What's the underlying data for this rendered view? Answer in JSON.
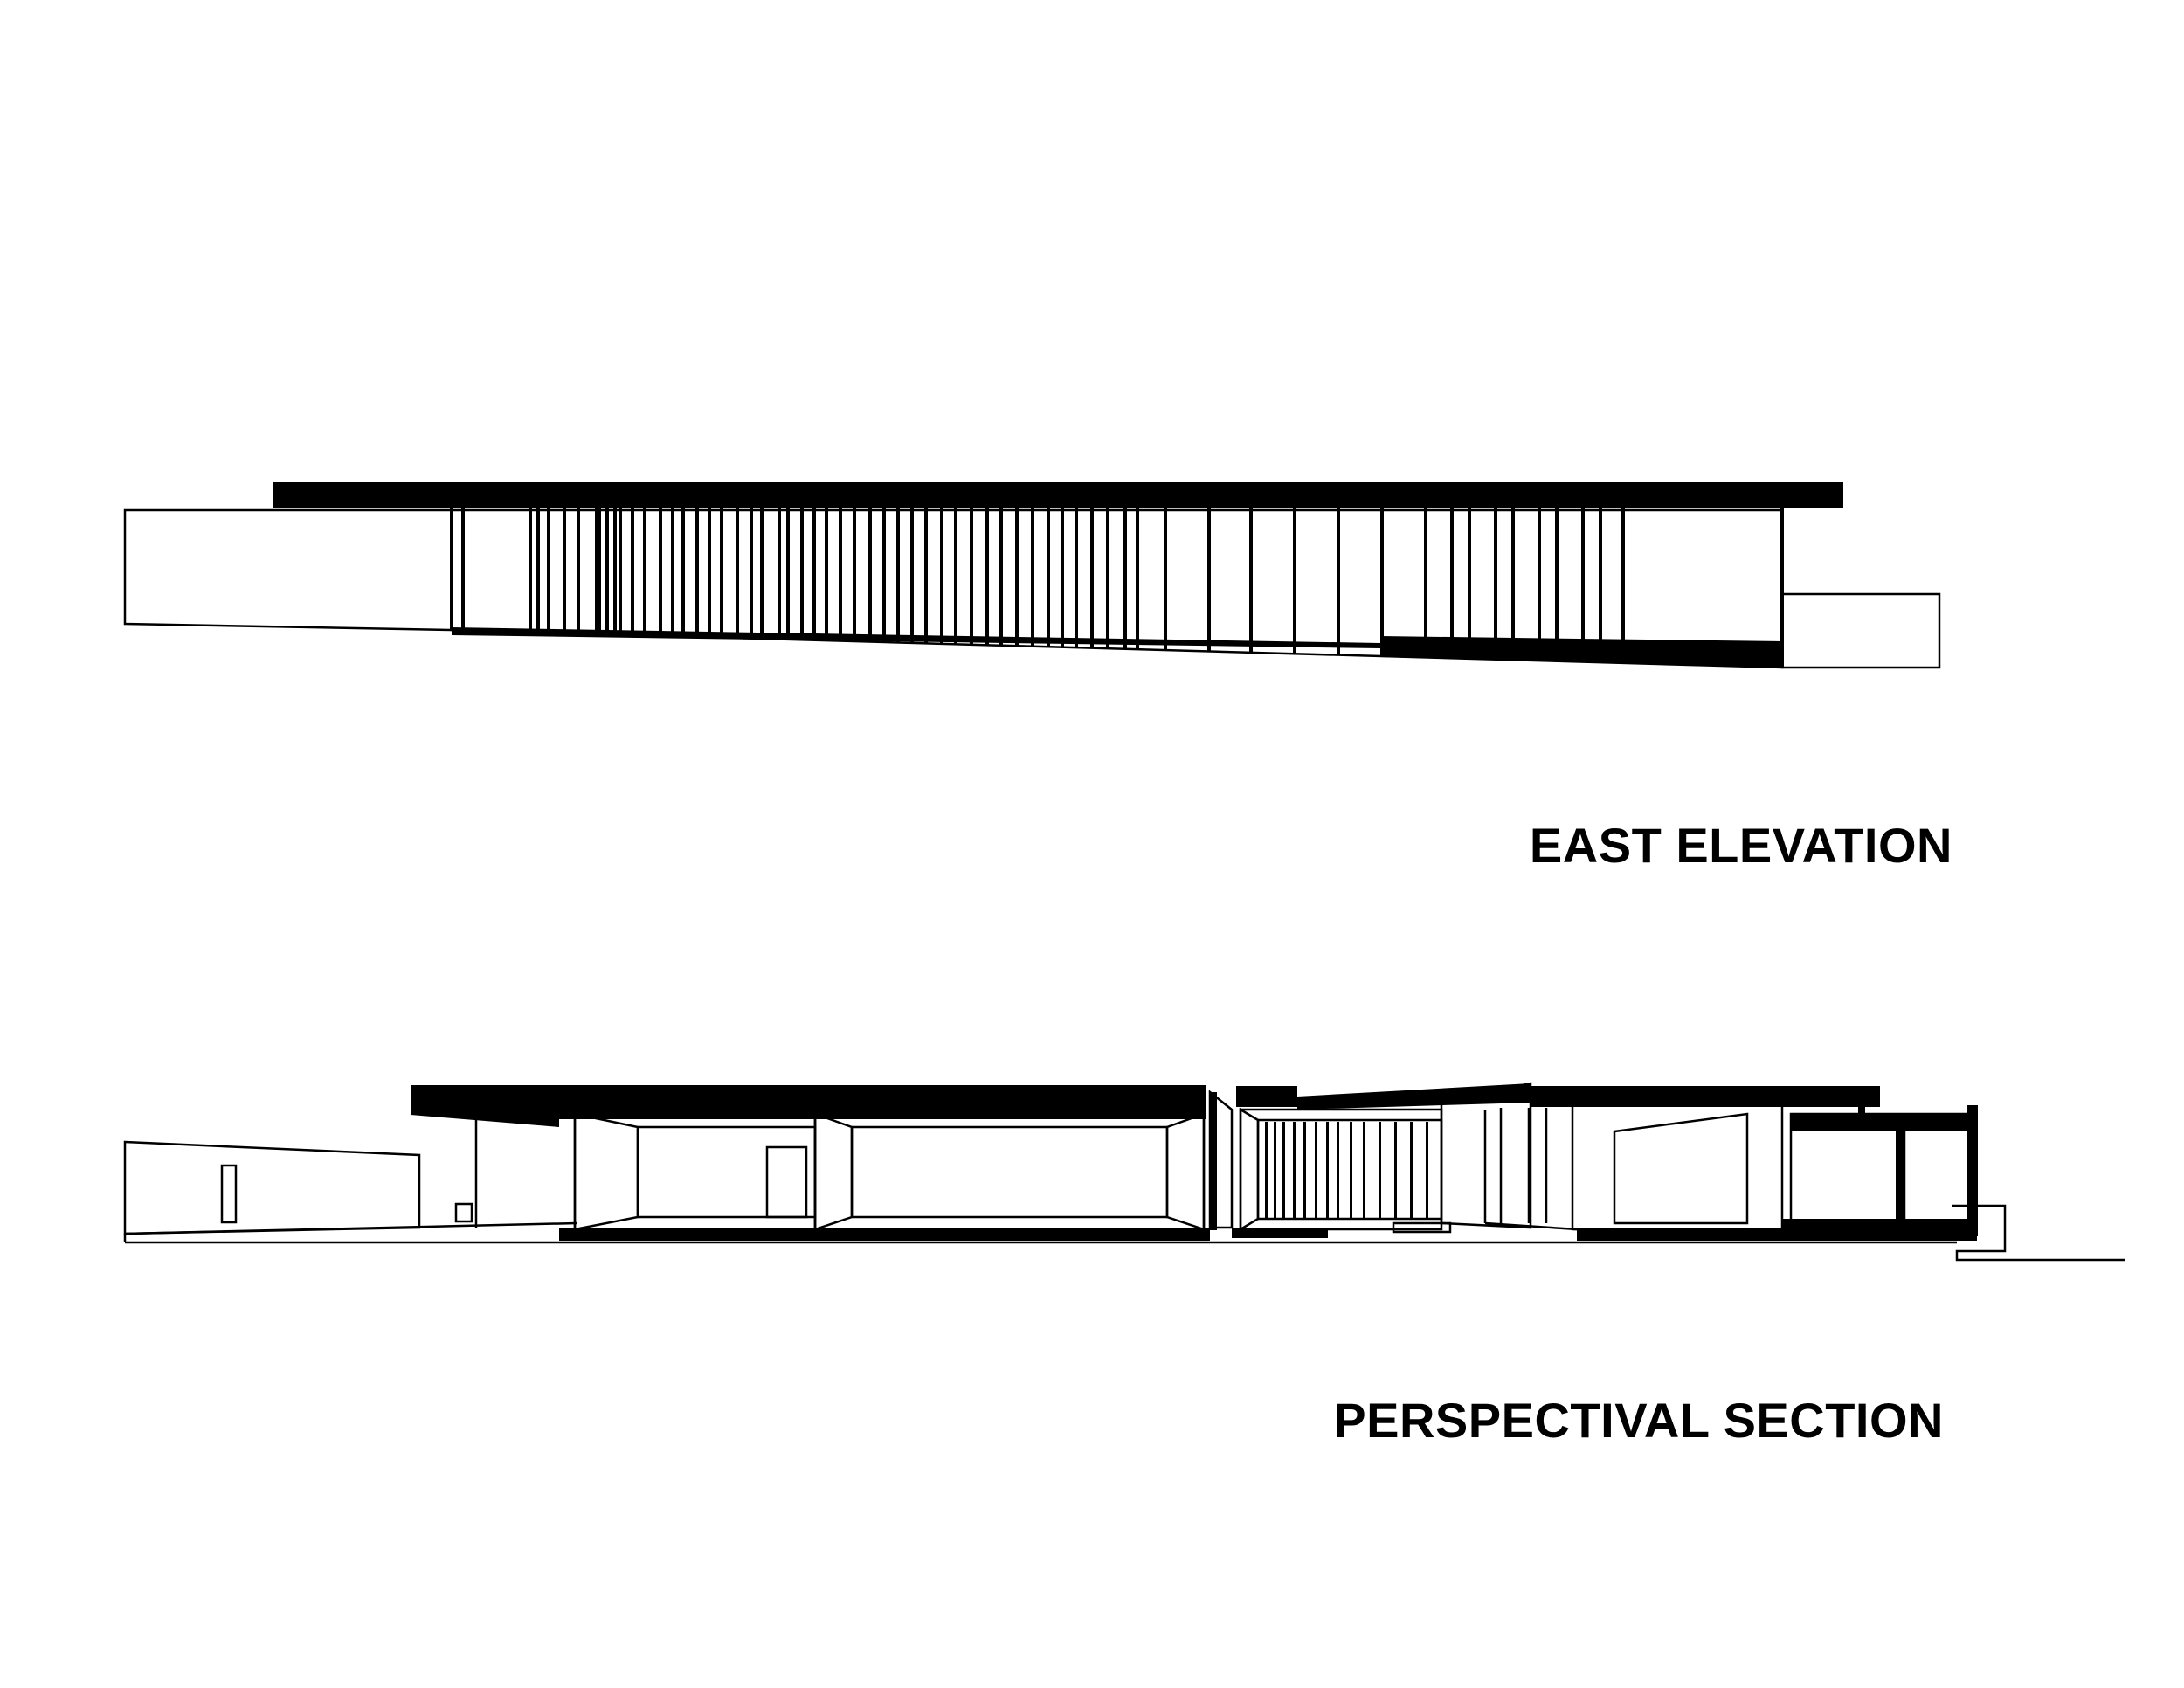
{
  "drawings": [
    {
      "id": "east-elevation",
      "caption": "EAST ELEVATION"
    },
    {
      "id": "perspectival-section",
      "caption": "PERSPECTIVAL SECTION"
    }
  ],
  "colors": {
    "ink": "#000000",
    "paper": "#ffffff"
  }
}
